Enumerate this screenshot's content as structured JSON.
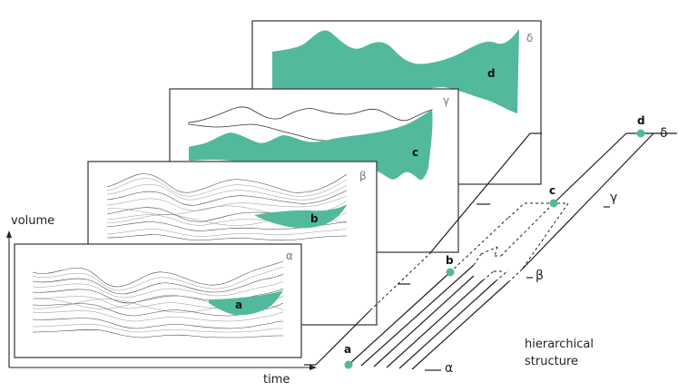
{
  "accent_color": "#53b99c",
  "axes": {
    "y_label": "volume",
    "x_label": "time"
  },
  "panels": [
    {
      "level": "α",
      "region": "a"
    },
    {
      "level": "β",
      "region": "b"
    },
    {
      "level": "γ",
      "region": "c"
    },
    {
      "level": "δ",
      "region": "d"
    }
  ],
  "hierarchy": {
    "caption_line1": "hierarchical",
    "caption_line2": "structure",
    "nodes": [
      "a",
      "b",
      "c",
      "d"
    ],
    "levels": [
      "α",
      "β",
      "γ",
      "δ"
    ]
  }
}
